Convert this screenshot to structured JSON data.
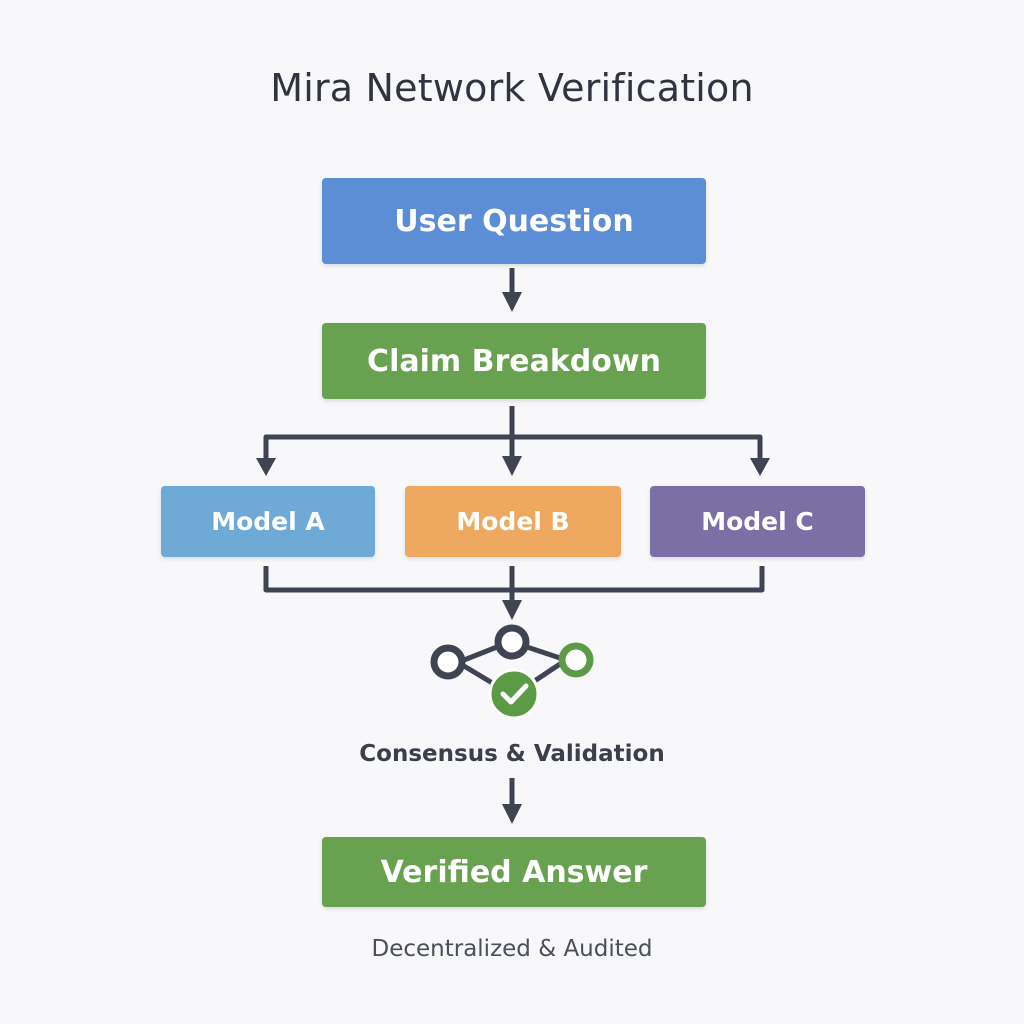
{
  "diagram": {
    "title": "Mira Network Verification",
    "nodes": {
      "user_question": {
        "label": "User Question",
        "color": "#5b8ed4"
      },
      "claim_breakdown": {
        "label": "Claim Breakdown",
        "color": "#68a14f"
      },
      "model_a": {
        "label": "Model A",
        "color": "#6fa9d6"
      },
      "model_b": {
        "label": "Model B",
        "color": "#efa85f"
      },
      "model_c": {
        "label": "Model C",
        "color": "#7b6fa6"
      },
      "verified_answer": {
        "label": "Verified Answer",
        "color": "#68a14f"
      }
    },
    "consensus_label": "Consensus & Validation",
    "consensus_icon": "network-check-icon",
    "footer_note": "Decentralized & Audited",
    "connector_color": "#3e4451",
    "check_color": "#5d9a45",
    "ring_color": "#3e4451"
  }
}
